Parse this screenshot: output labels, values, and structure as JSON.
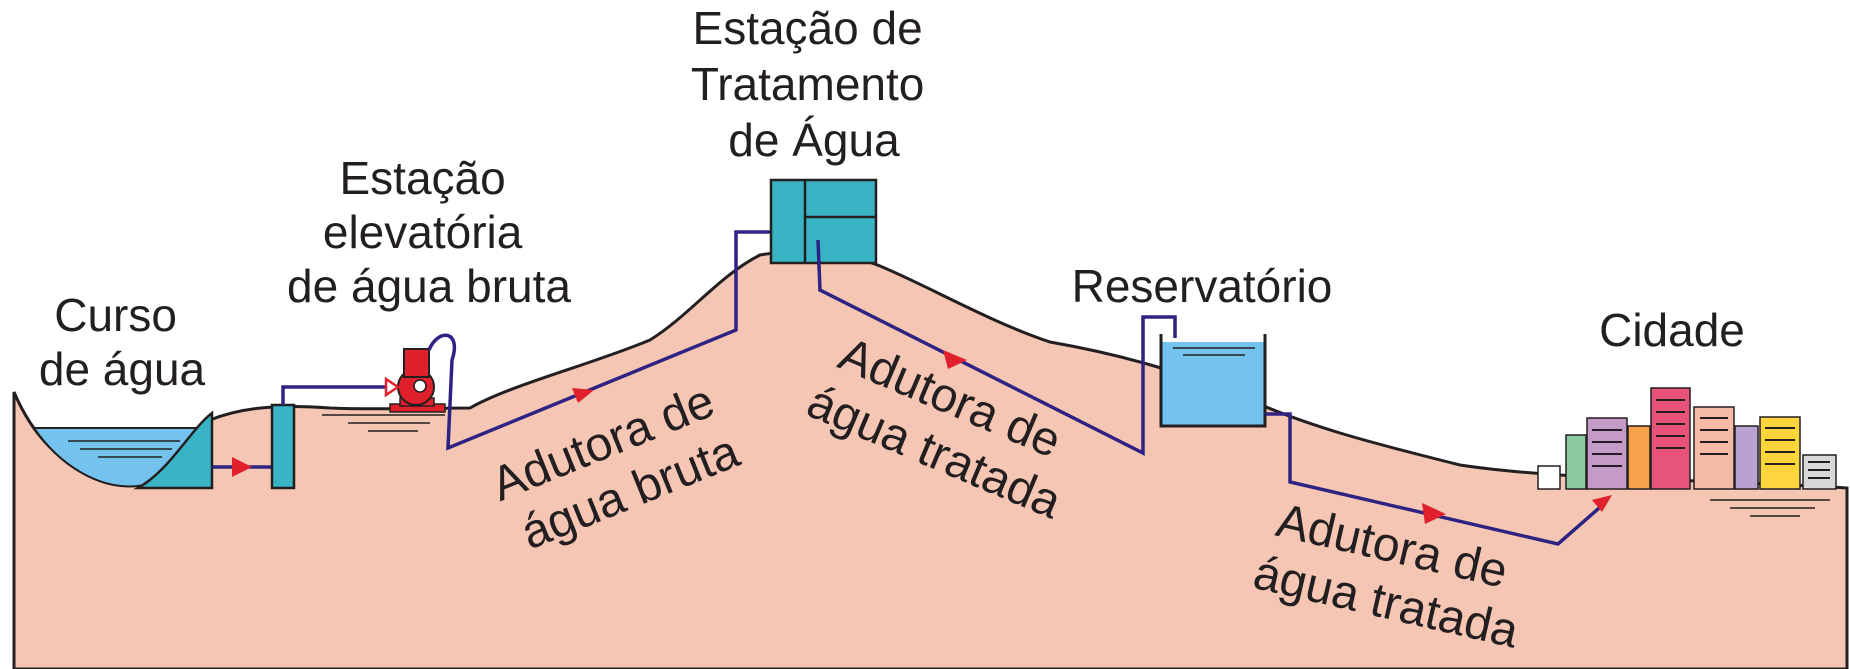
{
  "labels": {
    "water_course": [
      "Curso",
      "de água"
    ],
    "pumping_station": [
      "Estação",
      "elevatória",
      "de água bruta"
    ],
    "treatment_plant": [
      "Estação de",
      "Tratamento",
      "de Água"
    ],
    "reservoir": "Reservatório",
    "city": "Cidade",
    "raw_water_main": [
      "Adutora de",
      "água bruta"
    ],
    "treated_water_main_1": [
      "Adutora de",
      "água tratada"
    ],
    "treated_water_main_2": [
      "Adutora de",
      "água tratada"
    ]
  },
  "colors": {
    "ground": "#f5c6b4",
    "outline": "#231f20",
    "pipe": "#2e2382",
    "flow_arrow": "#e0202a",
    "water": "#74c3ee",
    "structure": "#38b4c4",
    "pump": "#e0202a"
  }
}
